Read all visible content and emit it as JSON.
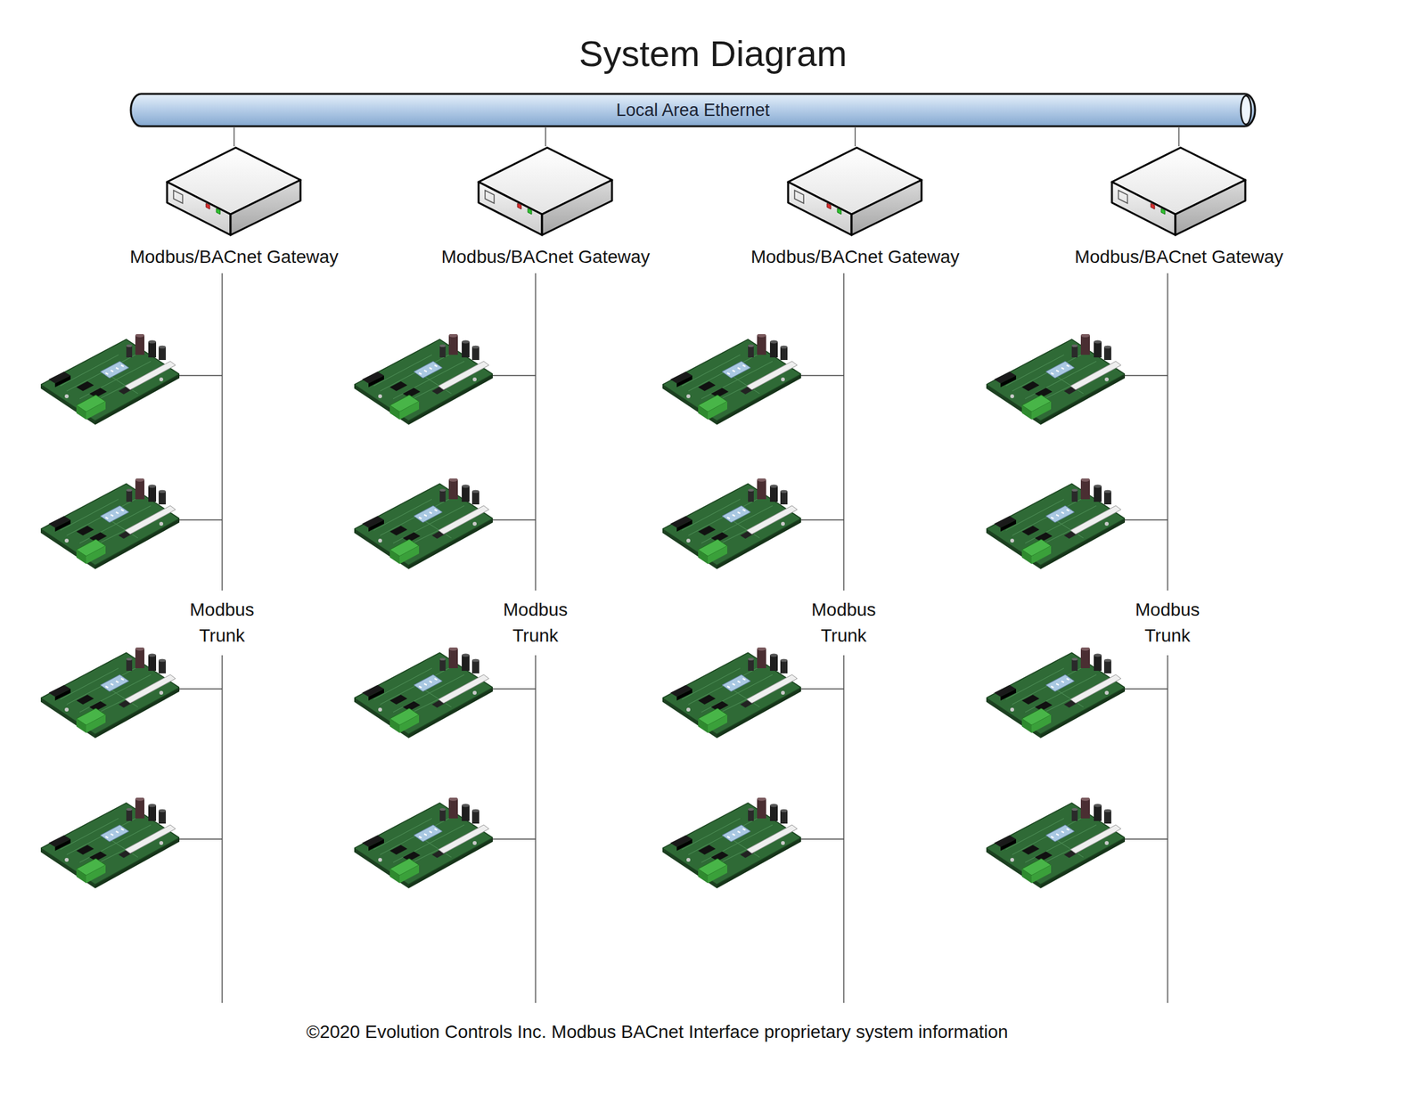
{
  "diagram": {
    "title": "System Diagram",
    "caption": "©2020 Evolution Controls Inc. Modbus BACnet Interface proprietary system information",
    "nodes": [
      {
        "text": [
          "Local Area Ethernet"
        ]
      },
      {
        "text": [
          "Modbus/BACnet Gateway"
        ]
      },
      {
        "text": [
          "Modbus/BACnet Gateway"
        ]
      },
      {
        "text": [
          "Modbus/BACnet Gateway"
        ]
      },
      {
        "text": [
          "Modbus/BACnet Gateway"
        ]
      }
    ],
    "edges": [
      {
        "from": 0,
        "to": 1,
        "arrow": "none"
      },
      {
        "from": 0,
        "to": 2,
        "arrow": "none"
      },
      {
        "from": 0,
        "to": 3,
        "arrow": "none"
      },
      {
        "from": 0,
        "to": 4,
        "arrow": "none"
      }
    ],
    "labels": [
      "Modbus Trunk",
      "Modbus Trunk",
      "Modbus Trunk",
      "Modbus Trunk"
    ]
  }
}
